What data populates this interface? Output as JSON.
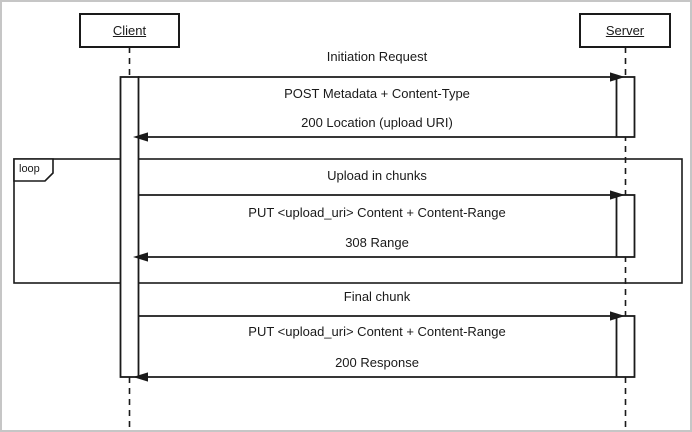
{
  "diagram": {
    "kind": "uml-sequence-diagram",
    "actors": {
      "client": "Client",
      "server": "Server"
    },
    "loop": {
      "label": "loop"
    },
    "sections": {
      "initiation": {
        "title": "Initiation Request",
        "request": "POST Metadata + Content-Type",
        "response": "200 Location (upload URI)"
      },
      "chunks": {
        "title": "Upload in chunks",
        "request": "PUT <upload_uri> Content + Content-Range",
        "response": "308 Range"
      },
      "final": {
        "title": "Final chunk",
        "request": "PUT <upload_uri> Content + Content-Range",
        "response": "200 Response"
      }
    },
    "colors": {
      "line": "#1a1a1a",
      "background": "#ffffff",
      "outer_border": "#c6c6c6"
    }
  }
}
